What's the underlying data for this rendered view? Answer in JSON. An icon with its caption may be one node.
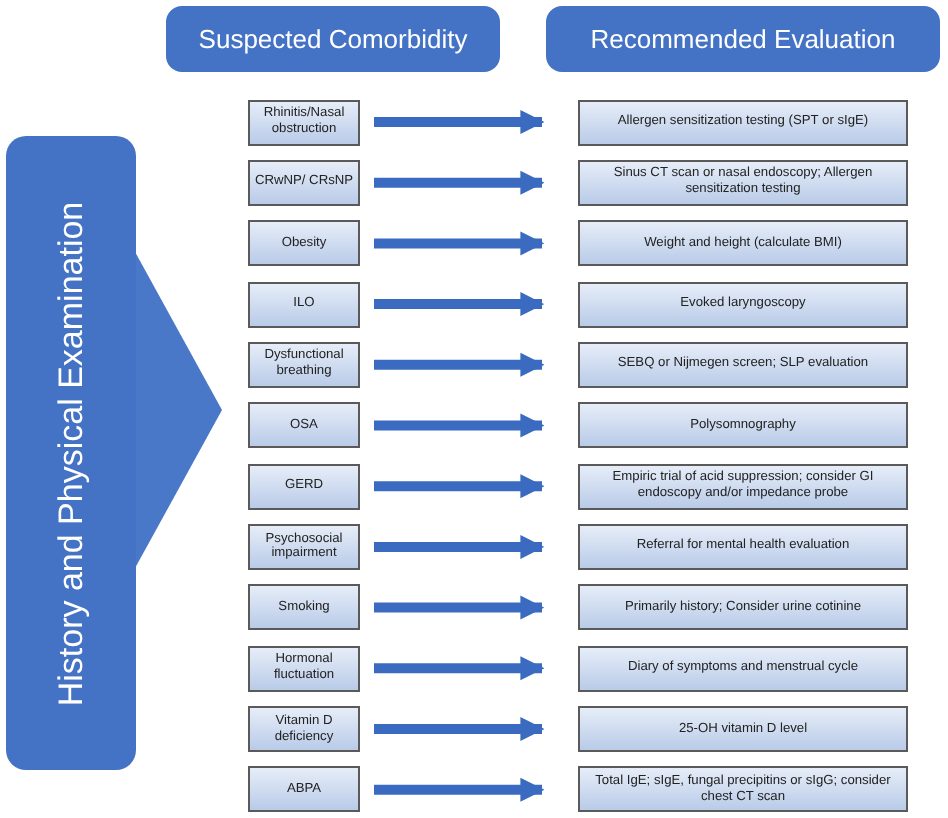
{
  "diagram": {
    "nodes": [
      {
        "text": [
          "Suspected Comorbidity"
        ]
      },
      {
        "text": [
          "Recommended Evaluation"
        ]
      },
      {
        "text": [
          "History and Physical Examination"
        ]
      },
      {
        "text": [
          "Rhinitis/Nasal obstruction"
        ]
      },
      {
        "text": [
          "Allergen sensitization testing (SPT or sIgE)"
        ]
      },
      {
        "text": [
          "CRwNP/ CRsNP"
        ]
      },
      {
        "text": [
          "Sinus CT scan or nasal endoscopy; Allergen sensitization testing"
        ]
      },
      {
        "text": [
          "Obesity"
        ]
      },
      {
        "text": [
          "Weight and height (calculate BMI)"
        ]
      },
      {
        "text": [
          "ILO"
        ]
      },
      {
        "text": [
          "Evoked laryngoscopy"
        ]
      },
      {
        "text": [
          "Dysfunctional breathing"
        ]
      },
      {
        "text": [
          "SEBQ or Nijmegen screen; SLP evaluation"
        ]
      },
      {
        "text": [
          "OSA"
        ]
      },
      {
        "text": [
          "Polysomnography"
        ]
      },
      {
        "text": [
          "GERD"
        ]
      },
      {
        "text": [
          "Empiric trial of acid suppression; consider GI endoscopy and/or impedance probe"
        ]
      },
      {
        "text": [
          "Psychosocial impairment"
        ]
      },
      {
        "text": [
          "Referral for mental health evaluation"
        ]
      },
      {
        "text": [
          "Smoking"
        ]
      },
      {
        "text": [
          "Primarily history; Consider urine cotinine"
        ]
      },
      {
        "text": [
          "Hormonal fluctuation"
        ]
      },
      {
        "text": [
          "Diary of symptoms and menstrual cycle"
        ]
      },
      {
        "text": [
          "Vitamin D deficiency"
        ]
      },
      {
        "text": [
          "25-OH vitamin D level"
        ]
      },
      {
        "text": [
          "ABPA"
        ]
      },
      {
        "text": [
          "Total IgE; sIgE, fungal precipitins or sIgG; consider chest CT scan"
        ]
      }
    ],
    "edges": [
      {
        "from": 3,
        "to": 4,
        "arrow": "to"
      },
      {
        "from": 5,
        "to": 6,
        "arrow": "to"
      },
      {
        "from": 7,
        "to": 8,
        "arrow": "to"
      },
      {
        "from": 9,
        "to": 10,
        "arrow": "to"
      },
      {
        "from": 11,
        "to": 12,
        "arrow": "to"
      },
      {
        "from": 13,
        "to": 14,
        "arrow": "to"
      },
      {
        "from": 15,
        "to": 16,
        "arrow": "to"
      },
      {
        "from": 17,
        "to": 18,
        "arrow": "to"
      },
      {
        "from": 19,
        "to": 20,
        "arrow": "to"
      },
      {
        "from": 21,
        "to": 22,
        "arrow": "to"
      },
      {
        "from": 23,
        "to": 24,
        "arrow": "to"
      },
      {
        "from": 25,
        "to": 26,
        "arrow": "to"
      }
    ]
  }
}
